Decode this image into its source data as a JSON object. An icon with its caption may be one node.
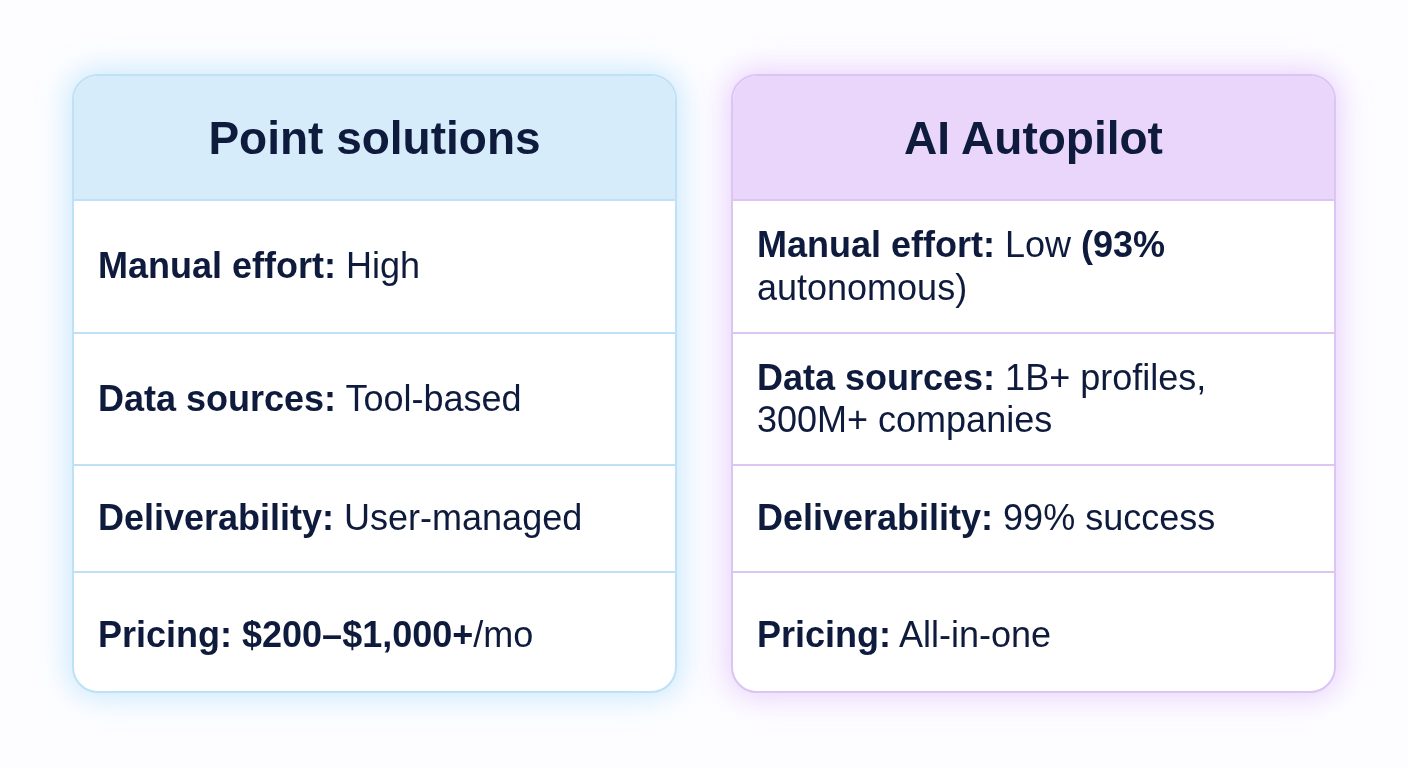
{
  "diagram": {
    "nodes": [
      {
        "text": [
          "Point solutions"
        ]
      },
      {
        "text": [
          "**Manual effort:** High"
        ],
        "in": 0
      },
      {
        "text": [
          "**Data sources:** Tool-based"
        ],
        "in": 0
      },
      {
        "text": [
          "**Deliverability:** User-managed"
        ],
        "in": 0
      },
      {
        "text": [
          "**Pricing: $200–$1,000+**/mo"
        ],
        "in": 0
      },
      {
        "text": [
          "AI Autopilot"
        ]
      },
      {
        "text": [
          "**Manual effort:** Low **(93%** autonomous)"
        ],
        "in": 5
      },
      {
        "text": [
          "**Data sources:** 1B+ profiles, 300M+ companies"
        ],
        "in": 5
      },
      {
        "text": [
          "**Deliverability:** 99% success"
        ],
        "in": 5
      },
      {
        "text": [
          "**Pricing:** All-in-one"
        ],
        "in": 5
      }
    ]
  }
}
